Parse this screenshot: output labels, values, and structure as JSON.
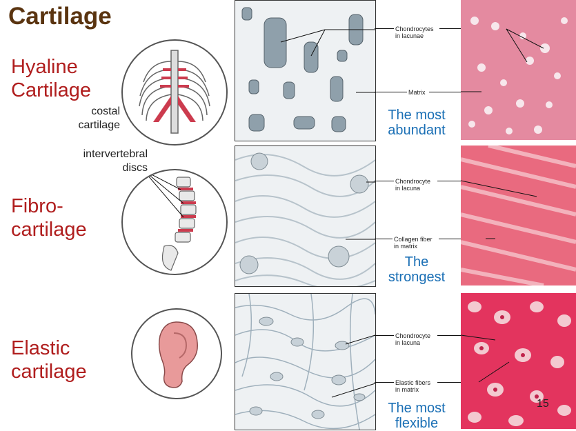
{
  "title": "Cartilage",
  "page_number": "15",
  "rows": [
    {
      "name": "Hyaline\nCartilage",
      "anatomy_label": "costal\ncartilage",
      "label_1": "Chondrocytes\nin lacunae",
      "label_2": "Matrix",
      "feature": "The most\nabundant"
    },
    {
      "name": "Fibro-\ncartilage",
      "anatomy_label": "intervertebral\ndiscs",
      "label_1": "Chondrocyte\nin lacuna",
      "label_2": "Collagen fiber\nin matrix",
      "feature": "The\nstrongest"
    },
    {
      "name": "Elastic\ncartilage",
      "label_1": "Chondrocyte\nin lacuna",
      "label_2": "Elastic fibers\nin matrix",
      "feature": "The most\nflexible"
    }
  ],
  "colors": {
    "title": "#5a3410",
    "row_label": "#b01e1e",
    "feature_text": "#1a6fb5",
    "hyaline_photo": "#e48aa0",
    "fibro_photo": "#e96a7f",
    "elastic_photo": "#e3345e"
  }
}
